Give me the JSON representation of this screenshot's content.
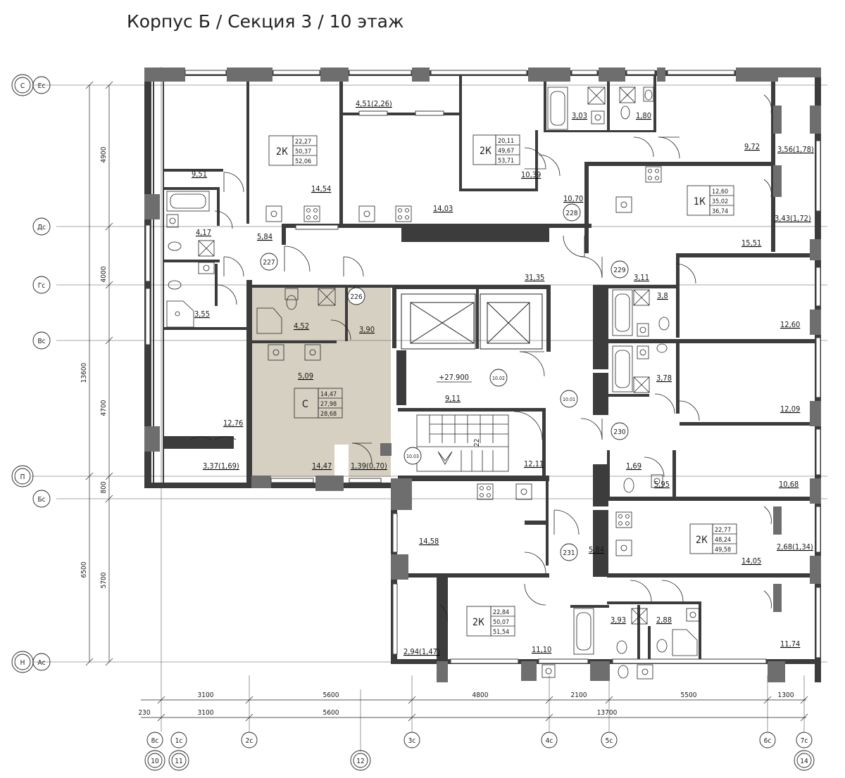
{
  "title": "Корпус Б / Секция 3 / 10 этаж",
  "colors": {
    "wall": "#3c3c3c",
    "column": "#6e6e6e",
    "highlight": "#d6d0c2",
    "line": "#222222",
    "window": "#ffffff"
  },
  "axes_left": [
    {
      "a": "С",
      "b": "Ес"
    },
    {
      "a": "",
      "b": "Дс"
    },
    {
      "a": "",
      "b": "Гс"
    },
    {
      "a": "",
      "b": "Вс"
    },
    {
      "a": "П",
      "b": ""
    },
    {
      "a": "",
      "b": "Бс"
    },
    {
      "a": "Н",
      "b": "Ас"
    }
  ],
  "axes_bottom": [
    {
      "top": "8с",
      "bottom": "10"
    },
    {
      "top": "1с",
      "bottom": "11"
    },
    {
      "top": "2с",
      "bottom": ""
    },
    {
      "top": "",
      "bottom": "12"
    },
    {
      "top": "3с",
      "bottom": ""
    },
    {
      "top": "4с",
      "bottom": ""
    },
    {
      "top": "5с",
      "bottom": ""
    },
    {
      "top": "6с",
      "bottom": ""
    },
    {
      "top": "7с",
      "bottom": "14"
    }
  ],
  "dims_left_outer": [
    "13600",
    "6500"
  ],
  "dims_left_inner": [
    "4900",
    "4000",
    "4700",
    "800",
    "5700"
  ],
  "dims_bottom_row1": [
    "3100",
    "5600",
    "4800",
    "2100",
    "5500",
    "1300"
  ],
  "dims_bottom_row2": [
    "230",
    "3100",
    "5600",
    "13700"
  ],
  "apartments": [
    {
      "type": "2К",
      "lines": [
        "22,27",
        "50,37",
        "52,06"
      ]
    },
    {
      "type": "2К",
      "lines": [
        "20,11",
        "49,67",
        "53,71"
      ]
    },
    {
      "type": "1К",
      "lines": [
        "12,60",
        "35,02",
        "36,74"
      ]
    },
    {
      "type": "С",
      "lines": [
        "14,47",
        "27,98",
        "28,68"
      ]
    },
    {
      "type": "2К",
      "lines": [
        "22,77",
        "48,24",
        "49,58"
      ]
    },
    {
      "type": "2К",
      "lines": [
        "22,84",
        "50,07",
        "51,54"
      ]
    }
  ],
  "room_areas": [
    "9,51",
    "14,54",
    "4,51(2,26)",
    "14,03",
    "10,39",
    "3,03",
    "1,80",
    "9,72",
    "3,56(1,78)",
    "10,70",
    "3,43(1,72)",
    "15,51",
    "4,17",
    "5,84",
    "31,35",
    "3,11",
    "3,8",
    "12,60",
    "3,55",
    "4,52",
    "3,90",
    "5,09",
    "9,11",
    "3,78",
    "12,09",
    "12,76",
    "3,37(1,69)",
    "14,47",
    "1,39(0,70)",
    "12,11",
    "1,69",
    "5,95",
    "10,68",
    "14,58",
    "5,84",
    "14,05",
    "2,68(1,34)",
    "3,93",
    "2,88",
    "11,74",
    "2,94(1,47)",
    "11,10"
  ],
  "bubbles": [
    "228",
    "227",
    "226",
    "229",
    "10.02",
    "10.01",
    "230",
    "10.03",
    "231"
  ],
  "elevation": "+27.900",
  "stair_note": "22"
}
